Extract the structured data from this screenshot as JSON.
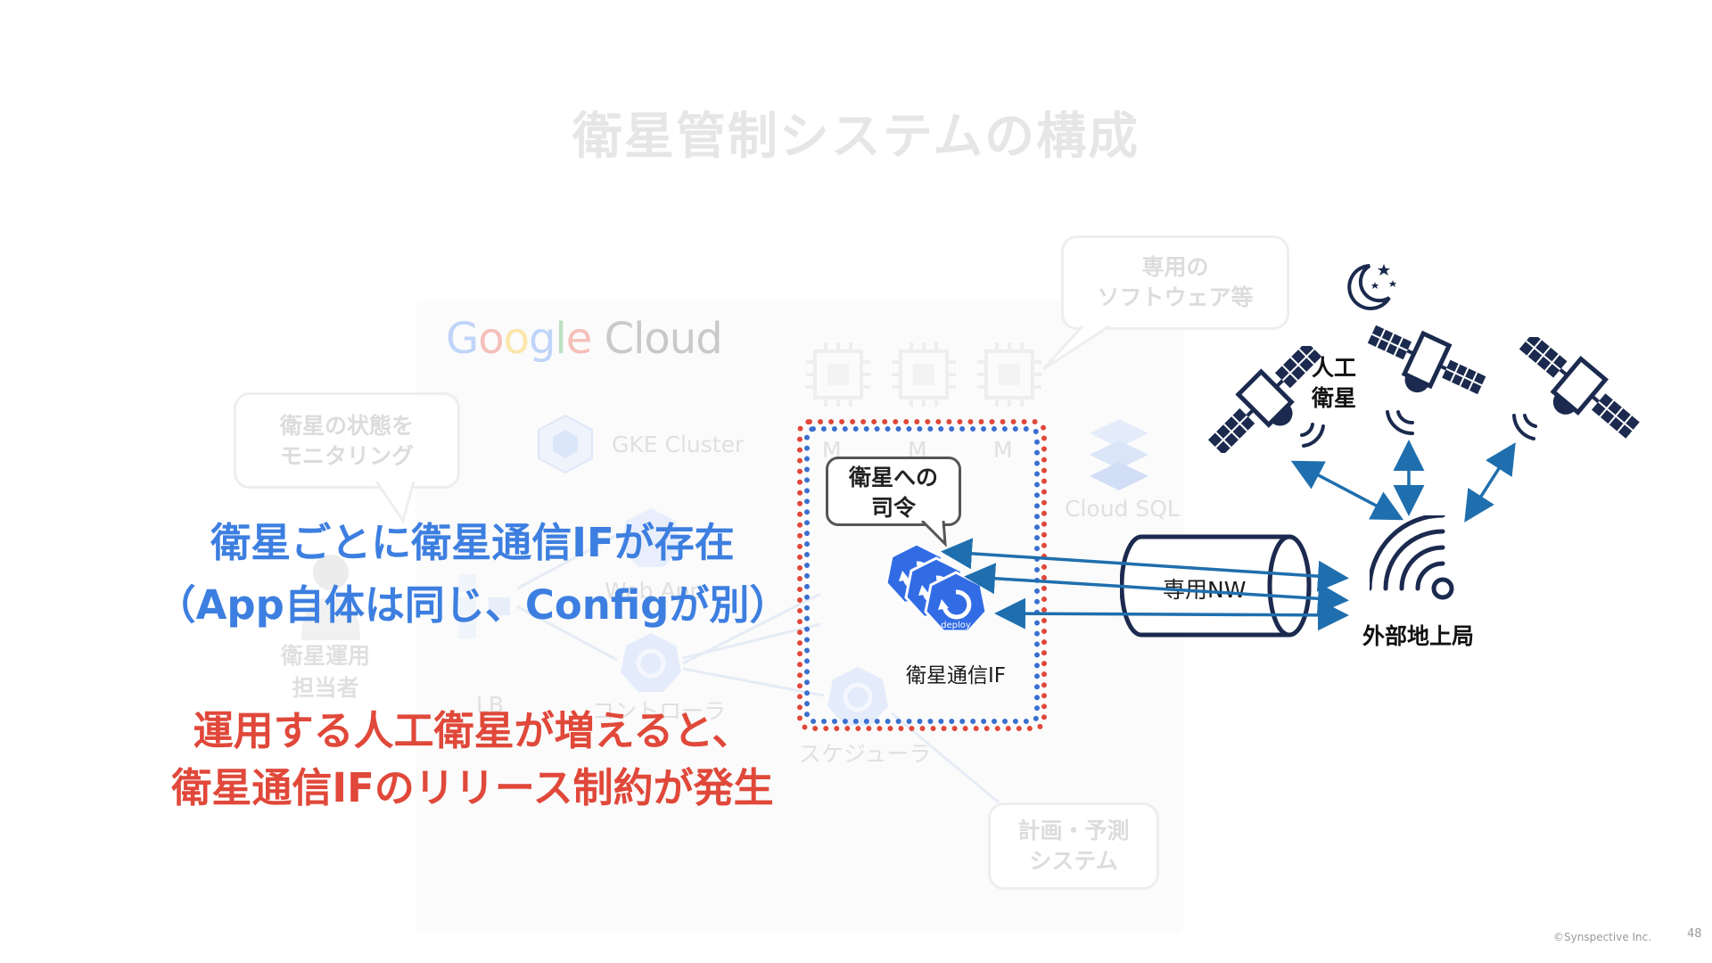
{
  "slide": {
    "title": "衛星管制システムの構成",
    "page_number": "48",
    "copyright": "©Synspective Inc."
  },
  "google_cloud": {
    "logo_letters": [
      "G",
      "o",
      "o",
      "g",
      "l",
      "e"
    ],
    "logo_product": "Cloud",
    "gke_label": "GKE Cluster",
    "node_label": "M",
    "cloud_sql_label": "Cloud SQL",
    "web_app_label": "Web App",
    "lb_label": "LB",
    "controller_label": "コントローラ",
    "scheduler_label": "スケジューラ",
    "deploy_label": "deploy"
  },
  "bubbles": {
    "monitoring": [
      "衛星の状態を",
      "モニタリング"
    ],
    "dedicated_software": [
      "専用の",
      "ソフトウェア等"
    ],
    "command": [
      "衛星への",
      "司令"
    ],
    "planning": [
      "計画・予測",
      "システム"
    ]
  },
  "operator": {
    "label_lines": [
      "衛星運用",
      "担当者"
    ]
  },
  "comm_if": {
    "label": "衛星通信IF"
  },
  "network": {
    "label": "専用NW"
  },
  "ground_station": {
    "label": "外部地上局"
  },
  "satellites": {
    "label_lines": [
      "人工",
      "衛星"
    ]
  },
  "messages": {
    "blue_line1": "衛星ごとに衛星通信IFが存在",
    "blue_line2": "（App自体は同じ、Configが別）",
    "red_line1": "運用する人工衛星が増えると、",
    "red_line2": "衛星通信IFのリリース制約が発生"
  },
  "colors": {
    "google_blue": "#4285F4",
    "google_red": "#EA4335",
    "google_yellow": "#FBBC05",
    "google_green": "#34A853",
    "arrow_blue": "#1f6fae",
    "k8s_blue": "#326ce5",
    "navy": "#1b2a4e",
    "dotted_red": "#e0483a",
    "dotted_blue": "#3a6fd0",
    "message_blue": "#3d7fe0",
    "message_red": "#e0483a"
  },
  "icons": [
    "satellite-icon",
    "moon-icon",
    "ground-station-icon",
    "chip-icon",
    "deploy-icon",
    "person-icon",
    "database-icon",
    "cube-icon"
  ]
}
